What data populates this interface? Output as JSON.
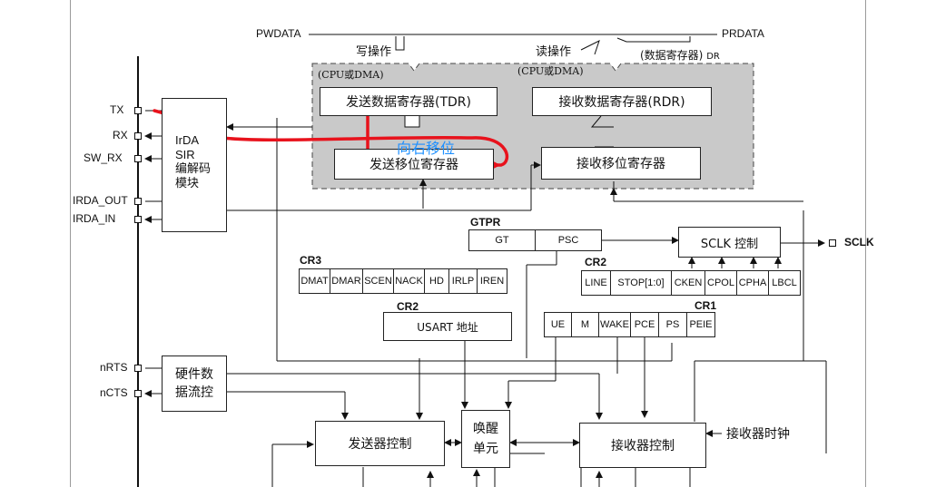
{
  "top": {
    "pwdata": "PWDATA",
    "prdata": "PRDATA",
    "write_op": "写操作",
    "read_op": "读操作",
    "cpu_dma_left": "(CPU或DMA)",
    "cpu_dma_right": "(CPU或DMA)",
    "data_reg": "(数据寄存器)",
    "dr": "DR"
  },
  "core": {
    "tdr": "发送数据寄存器(TDR)",
    "rdr": "接收数据寄存器(RDR)",
    "tx_shift": "发送移位寄存器",
    "rx_shift": "接收移位寄存器"
  },
  "annotation": {
    "shift_right": "向右移位",
    "color": "#1e90ff",
    "stroke": "#e8121c"
  },
  "pins": {
    "tx": "TX",
    "rx": "RX",
    "sw_rx": "SW_RX",
    "irda_out": "IRDA_OUT",
    "irda_in": "IRDA_IN",
    "nrts": "nRTS",
    "ncts": "nCTS",
    "sclk": "SCLK"
  },
  "irda": {
    "l1": "IrDA",
    "l2": "SIR",
    "l3": "编解码",
    "l4": "模块"
  },
  "flow": {
    "l1": "硬件数",
    "l2": "据流控"
  },
  "gtpr": {
    "label": "GTPR",
    "gt": "GT",
    "psc": "PSC"
  },
  "sclk_ctrl": "SCLK 控制",
  "cr3": {
    "label": "CR3",
    "bits": [
      "DMAT",
      "DMAR",
      "SCEN",
      "NACK",
      "HD",
      "IRLP",
      "IREN"
    ]
  },
  "cr2_top": {
    "label": "CR2",
    "bits": [
      "LINE",
      "STOP[1:0]",
      "CKEN",
      "CPOL",
      "CPHA",
      "LBCL"
    ]
  },
  "cr2_addr": {
    "label": "CR2",
    "text": "USART 地址"
  },
  "cr1": {
    "label": "CR1",
    "bits": [
      "UE",
      "M",
      "WAKE",
      "PCE",
      "PS",
      "PEIE"
    ]
  },
  "tx_ctrl": "发送器控制",
  "wake": {
    "l1": "唤醒",
    "l2": "单元"
  },
  "rx_ctrl": "接收器控制",
  "rx_clock": "接收器时钟"
}
